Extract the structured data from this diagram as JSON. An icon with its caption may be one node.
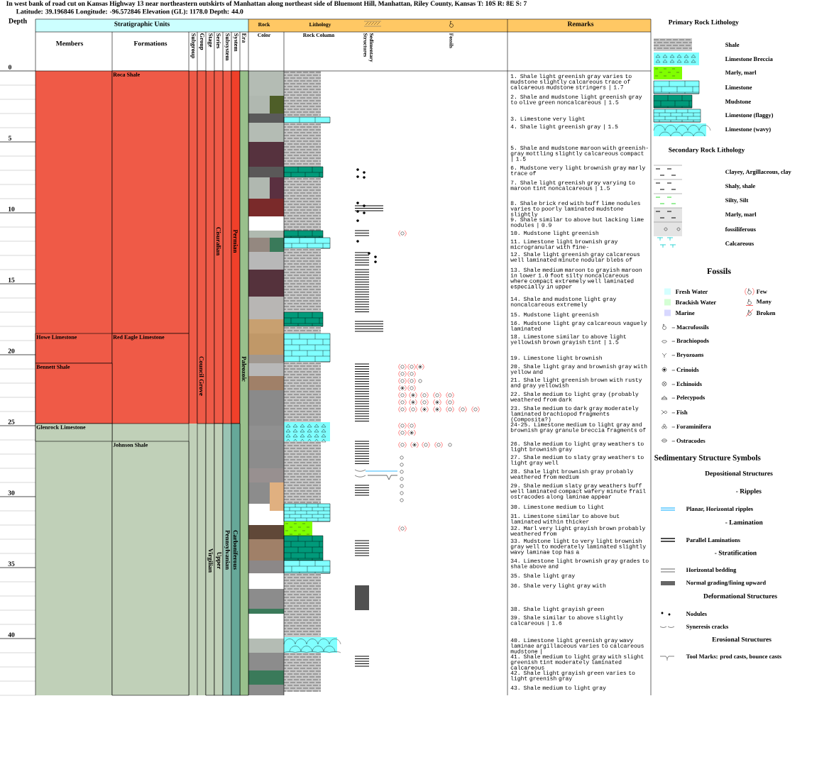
{
  "diagram": {
    "title": "In west bank of road cut on Kansas Highway 13 near northeastern outskirts of Manhattan along northeast side of Bluemont Hill, Manhattan, Riley County, Kansas T: 10S R: 8E S: 7",
    "nodes": [
      {
        "text": [
          "Roca Shale"
        ]
      },
      {
        "text": [
          "Howe Limestone"
        ]
      },
      {
        "text": [
          "Red Eagle Limestone"
        ]
      },
      {
        "text": [
          "Bennett Shale"
        ]
      },
      {
        "text": [
          "Glenrock Limestone"
        ]
      },
      {
        "text": [
          "Johnson Shale"
        ]
      },
      {
        "text": [
          "Council Grove"
        ]
      },
      {
        "text": [
          "Cisuralian"
        ]
      },
      {
        "text": [
          "Permian"
        ]
      },
      {
        "text": [
          "Paleozoic"
        ]
      },
      {
        "text": [
          "Virgilian"
        ]
      },
      {
        "text": [
          "Upper"
        ]
      },
      {
        "text": [
          "Pennsylvanian"
        ]
      },
      {
        "text": [
          "Carboniferous"
        ]
      }
    ],
    "labels": [
      "Latitude: 39.196846 Longitude: -96.572846 Elevation (GL): 1178.0 Depth: 44.0",
      "Depth",
      "Stratigraphic Units",
      "Rock",
      "Lithology",
      "Remarks",
      "Members",
      "Formations",
      "Subgroup",
      "Group",
      "Stage",
      "Series",
      "Subsystem",
      "System",
      "Era",
      "Color",
      "Rock Column",
      "Sedimentary Structures",
      "Fossils",
      "0",
      "5",
      "10",
      "15",
      "20",
      "25",
      "30",
      "35",
      "40",
      "1. Shale light greenish gray varies to mudstone slightly calcareous trace of calcareous mudstone stringers | 1.7",
      "2. Shale and mudstone light greenish gray to olive green noncalcareous | 1.5",
      "3. Limestone very light",
      "4. Shale light greenish gray | 1.5",
      "5. Shale and mudstone maroon with greenish-gray mottling slightly calcareous compact | 1.5",
      "6. Mudstone very light brownish gray marly trace of",
      "7. Shale light greenish gray varying to maroon tint noncalcareous | 1.5",
      "8. Shale brick red with buff lime nodules varies to poorly laminated mudstone slightly",
      "9. Shale similar to above but lacking lime nodules | 0.9",
      "10. Mudstone light greenish",
      "11. Limestone light brownish gray microgranular with fine-",
      "12. Shale light greenish gray calcareous well laminated minute nodular blebs of",
      "13. Shale medium maroon to grayish maroon in lower 1.0 foot silty noncalcareous where compact extremely well laminated especially in upper",
      "14. Shale and mudstone light gray noncalcareous extremely",
      "15. Mudstone light greenish",
      "16. Mudstone light gray calcareous vaguely laminated",
      "18. Limestone similar to above light yellowish brown grayish tint | 1.5",
      "19. Limestone light brownish",
      "20. Shale light gray and brownish gray with yellow and",
      "21. Shale light greenish brown with rusty and gray yellowish",
      "22. Shale medium to light gray (probably weathered from dark",
      "23. Shale medium to dark gray moderately laminated brachiopod fragments (Composita?)",
      "24-25. Limestone medium to light gray and brownish gray granule breccia fragments of",
      "26. Shale medium to light gray weathers to light brownish gray",
      "27. Shale medium to slaty gray weathers to light gray well",
      "28. Shale light brownish gray probably weathered from medium",
      "29. Shale medium slaty gray weathers buff well laminated compact wafery minute frail ostracodes along laminae appear",
      "30. Limestone medium to light",
      "31. Limestone similar to above but laminated within thicker",
      "32. Marl very light grayish brown probably weathered from",
      "33. Mudstone light to very light brownish gray well to moderately laminated slightly wavy laminae top has a",
      "34. Limestone light brownish gray grades to shale above and",
      "35. Shale light gray",
      "36. Shale very light gray with",
      "38. Shale light grayish green",
      "39. Shale similar to above slightly calcareous | 1.6",
      "40. Limestone light greenish gray wavy laminae argillaceous varies to calcareous mudstone |",
      "41. Shale medium to light gray with slight greenish tint moderately laminated calcareous",
      "42. Shale light grayish green varies to light greenish gray",
      "43. Shale medium to light gray",
      "Primary Rock Lithology",
      "Secondary Rock Lithology",
      "Fossils",
      "Sedimentary Structure Symbols",
      "Depositional Structures",
      "- Ripples",
      "- Lamination",
      "- Stratification",
      "Deformational Structures",
      "Erosional Structures"
    ],
    "legend": [
      {
        "text": "Shale"
      },
      {
        "text": "Limestone Breccia"
      },
      {
        "text": "Marly, marl"
      },
      {
        "text": "Limestone"
      },
      {
        "text": "Mudstone"
      },
      {
        "text": "Limestone (flaggy)"
      },
      {
        "text": "Limestone (wavy)"
      },
      {
        "text": "Clayey, Argillaceous, clay"
      },
      {
        "text": "Shaly, shale"
      },
      {
        "text": "Silty, Silt"
      },
      {
        "text": "Marly, marl"
      },
      {
        "text": "fossiliferous"
      },
      {
        "text": "Calcareous"
      },
      {
        "text": "Fresh Water",
        "color": "#d4ffff"
      },
      {
        "text": "Few"
      },
      {
        "text": "Brackish Water",
        "color": "#d4ffd4"
      },
      {
        "text": "Many"
      },
      {
        "text": "Marine",
        "color": "#d8d8ff"
      },
      {
        "text": "Broken"
      },
      {
        "text": "– Macrofossils"
      },
      {
        "text": "– Brachiopods"
      },
      {
        "text": "– Bryozoans"
      },
      {
        "text": "– Crinoids"
      },
      {
        "text": "– Echinoids"
      },
      {
        "text": "– Pelecypods"
      },
      {
        "text": "– Fish"
      },
      {
        "text": "– Foraminifera"
      },
      {
        "text": "– Ostracodes"
      },
      {
        "text": "Planar, Horizontal ripples"
      },
      {
        "text": "Parallel Laminations"
      },
      {
        "text": "Horizontal bedding"
      },
      {
        "text": "Normal grading/fining upward"
      },
      {
        "text": "Nodules"
      },
      {
        "text": "Syneresis cracks"
      },
      {
        "text": "Tool Marks: prod casts, bounce casts"
      }
    ]
  }
}
